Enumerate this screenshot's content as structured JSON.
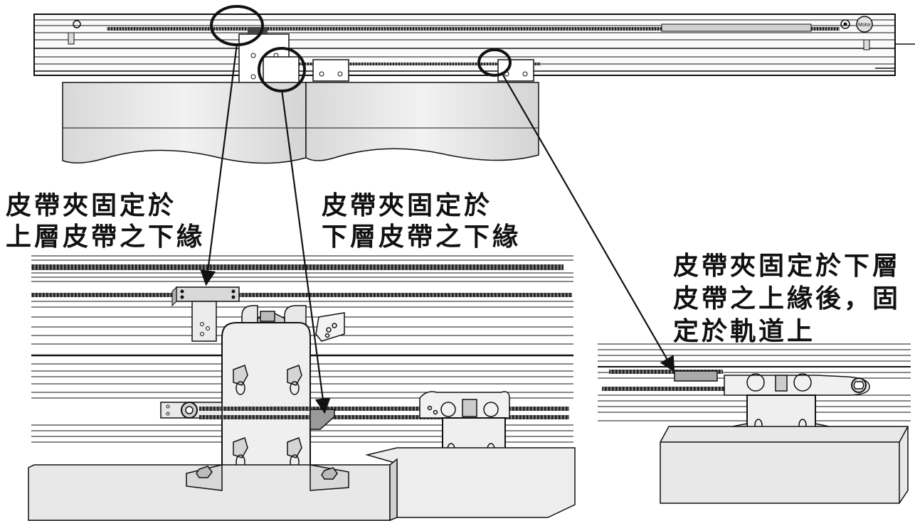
{
  "captions": {
    "upper_clamp": [
      "皮帶夾固定於",
      "上層皮帶之下緣"
    ],
    "lower_clamp": [
      "皮帶夾固定於",
      "下層皮帶之下緣"
    ],
    "track_fixed": [
      "皮帶夾固定於下層",
      "皮帶之上緣後，固",
      "定於軌道上"
    ]
  },
  "labels": {
    "motor": "Motor"
  },
  "colors": {
    "line": "#111111",
    "panel_fill": "#e6e6e6",
    "belt_teeth": "#555555",
    "block_fill": "#e4e4e4"
  }
}
